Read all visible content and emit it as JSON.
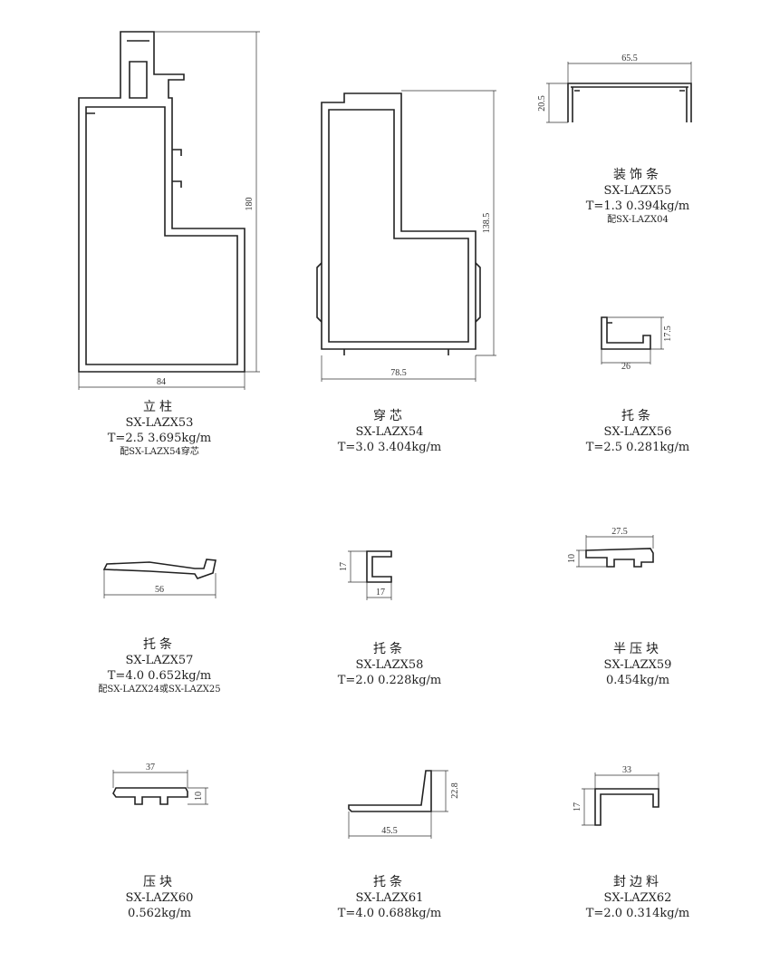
{
  "parts": [
    {
      "name": "立柱",
      "code": "SX-LAZX53",
      "spec": "T=2.5 3.695kg/m",
      "note": "配SX-LAZX54穿芯",
      "dims": [
        "180",
        "84"
      ]
    },
    {
      "name": "穿芯",
      "code": "SX-LAZX54",
      "spec": "T=3.0 3.404kg/m",
      "note": "",
      "dims": [
        "138.5",
        "78.5"
      ]
    },
    {
      "name": "装饰条",
      "code": "SX-LAZX55",
      "spec": "T=1.3 0.394kg/m",
      "note": "配SX-LAZX04",
      "dims": [
        "65.5",
        "20.5"
      ]
    },
    {
      "name": "托条",
      "code": "SX-LAZX56",
      "spec": "T=2.5 0.281kg/m",
      "note": "",
      "dims": [
        "17.5",
        "26"
      ]
    },
    {
      "name": "托条",
      "code": "SX-LAZX57",
      "spec": "T=4.0 0.652kg/m",
      "note": "配SX-LAZX24或SX-LAZX25",
      "dims": [
        "56"
      ]
    },
    {
      "name": "托条",
      "code": "SX-LAZX58",
      "spec": "T=2.0 0.228kg/m",
      "note": "",
      "dims": [
        "17",
        "17"
      ]
    },
    {
      "name": "半压块",
      "code": "SX-LAZX59",
      "spec": "0.454kg/m",
      "note": "",
      "dims": [
        "27.5",
        "10"
      ]
    },
    {
      "name": "压块",
      "code": "SX-LAZX60",
      "spec": "0.562kg/m",
      "note": "",
      "dims": [
        "37",
        "10"
      ]
    },
    {
      "name": "托条",
      "code": "SX-LAZX61",
      "spec": "T=4.0 0.688kg/m",
      "note": "",
      "dims": [
        "22.8",
        "45.5"
      ]
    },
    {
      "name": "封边料",
      "code": "SX-LAZX62",
      "spec": "T=2.0 0.314kg/m",
      "note": "",
      "dims": [
        "33",
        "17"
      ]
    }
  ]
}
